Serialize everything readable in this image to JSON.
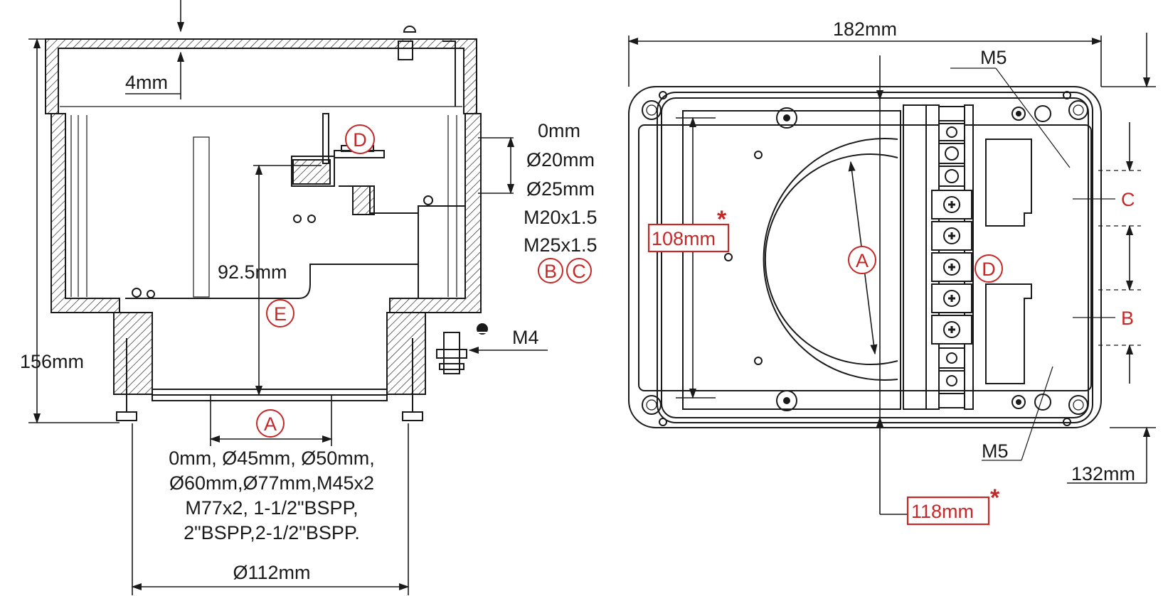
{
  "side_view": {
    "wall_thickness": "4mm",
    "top_entry_sizes": [
      "0mm",
      "Ø20mm",
      "Ø25mm",
      "M20x1.5",
      "M25x1.5"
    ],
    "top_entry_labels": [
      "B",
      "C"
    ],
    "inner_height": "92.5mm",
    "overall_height": "156mm",
    "earth_screw": "M4",
    "bottom_entry_sizes": [
      "0mm, Ø45mm, Ø50mm,",
      "Ø60mm,Ø77mm,M45x2",
      "M77x2, 1-1/2\"BSPP,",
      "2\"BSPP,2-1/2\"BSPP."
    ],
    "base_diameter": "Ø112mm",
    "markers": {
      "a": "A",
      "d": "D",
      "e": "E"
    }
  },
  "top_view": {
    "overall_width": "182mm",
    "overall_depth": "132mm",
    "inner_depth": "108mm",
    "inner_width": "118mm",
    "mount_screw_top": "M5",
    "mount_screw_bottom": "M5",
    "asterisk": "*",
    "markers": {
      "a": "A",
      "d": "D",
      "c": "C",
      "b": "B"
    }
  },
  "colors": {
    "line": "#1a1a1a",
    "highlight": "#c62828"
  }
}
